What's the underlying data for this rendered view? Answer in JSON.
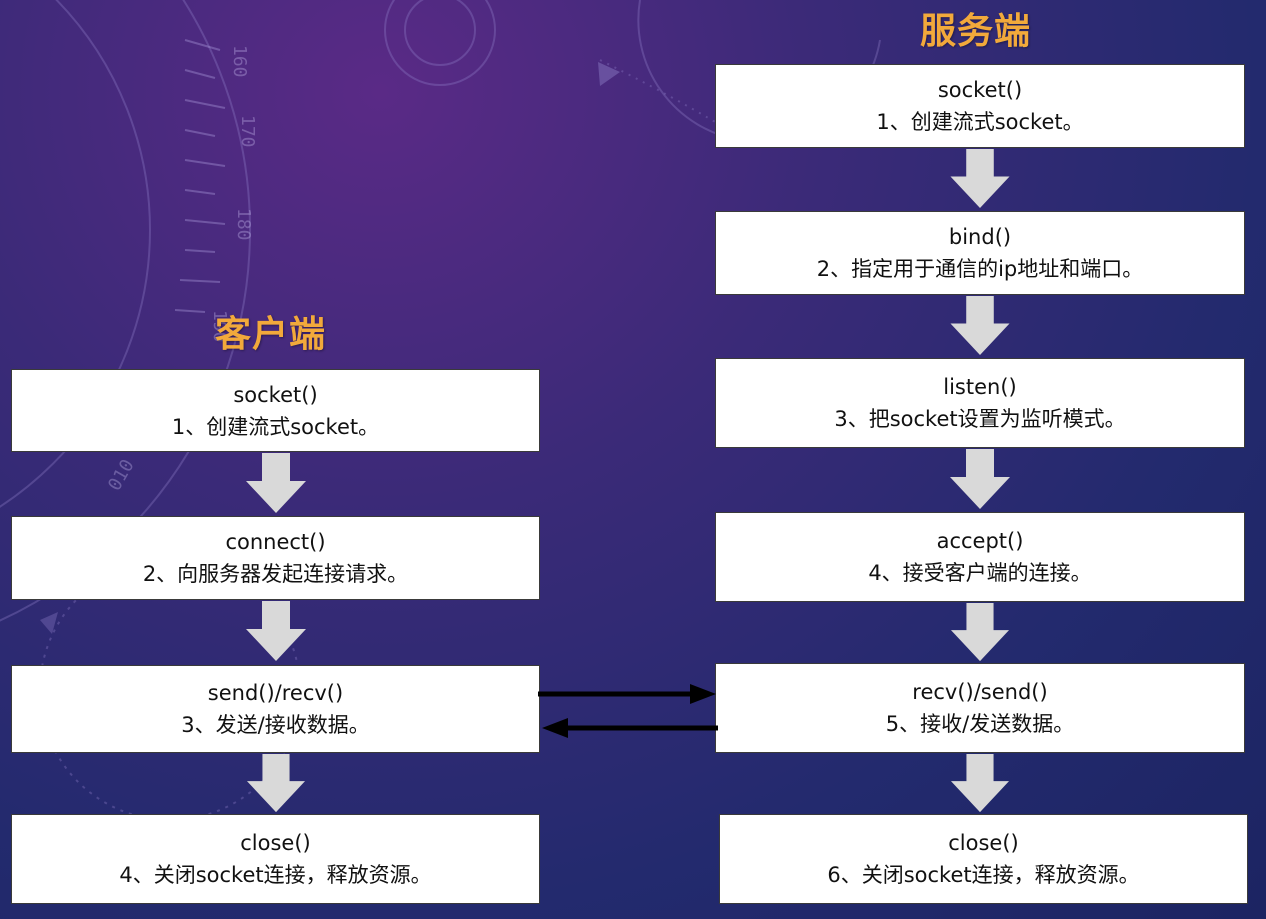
{
  "client": {
    "heading": "客户端",
    "steps": [
      {
        "func": "socket()",
        "desc": "1、创建流式socket。"
      },
      {
        "func": "connect()",
        "desc": "2、向服务器发起连接请求。"
      },
      {
        "func": "send()/recv()",
        "desc": "3、发送/接收数据。"
      },
      {
        "func": "close()",
        "desc": "4、关闭socket连接，释放资源。"
      }
    ]
  },
  "server": {
    "heading": "服务端",
    "steps": [
      {
        "func": "socket()",
        "desc": "1、创建流式socket。"
      },
      {
        "func": "bind()",
        "desc": "2、指定用于通信的ip地址和端口。"
      },
      {
        "func": "listen()",
        "desc": "3、把socket设置为监听模式。"
      },
      {
        "func": "accept()",
        "desc": "4、接受客户端的连接。"
      },
      {
        "func": "recv()/send()",
        "desc": "5、接收/发送数据。"
      },
      {
        "func": "close()",
        "desc": "6、关闭socket连接，释放资源。"
      }
    ]
  },
  "background_ticks": [
    "160",
    "170",
    "180",
    "190",
    "010"
  ],
  "colors": {
    "heading": "#f2a93b",
    "box": "#ffffff",
    "arrow": "#d9d9d9",
    "exchange_arrow": "#000000"
  }
}
